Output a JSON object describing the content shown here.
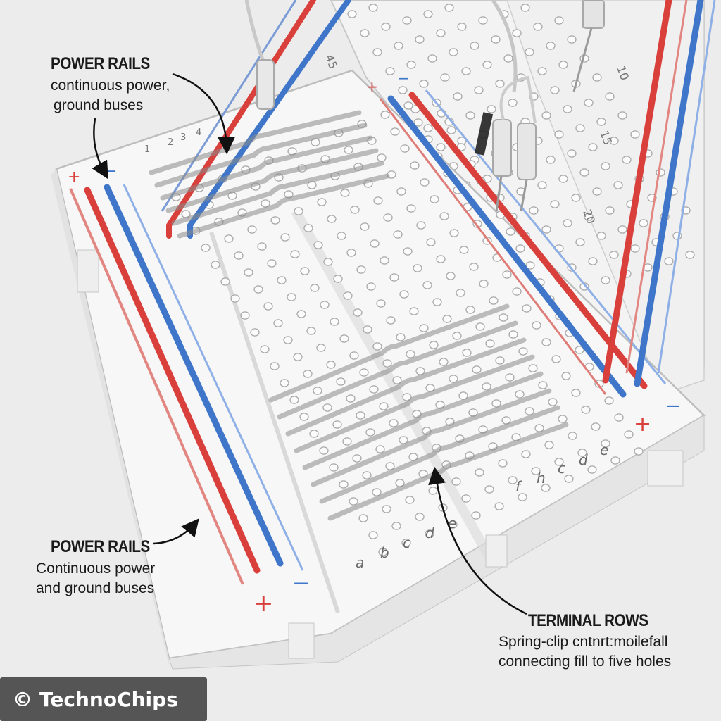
{
  "annotations": {
    "top_left": {
      "title": "POWER RAILS",
      "lines": [
        "continuous power,",
        "ground buses"
      ]
    },
    "bottom_left": {
      "title": "POWER RAILS",
      "lines": [
        "Continuous power",
        "and ground buses"
      ]
    },
    "terminal": {
      "title": "TERMINAL ROWS",
      "lines": [
        "Spring-clip cntnrt:moilefall",
        "connecting fill to five holes"
      ]
    }
  },
  "rail_marks": {
    "plus": "+",
    "minus": "−"
  },
  "column_letters": {
    "left_block": [
      "a",
      "b",
      "c",
      "d",
      "e"
    ],
    "right_block": [
      "f",
      "h",
      "c",
      "d",
      "e"
    ]
  },
  "row_numbers_back": [
    "10",
    "15",
    "20"
  ],
  "row_numbers_front": [
    "1",
    "2",
    "3",
    "4"
  ],
  "row_number_top": "45",
  "watermark": {
    "copyright_symbol": "©",
    "text": "TechnoChips"
  },
  "colors": {
    "background": "#ececec",
    "rail_red": "#d9403c",
    "rail_blue": "#3f76c9",
    "board": "#f7f7f7",
    "watermark_bg": "#555555"
  }
}
